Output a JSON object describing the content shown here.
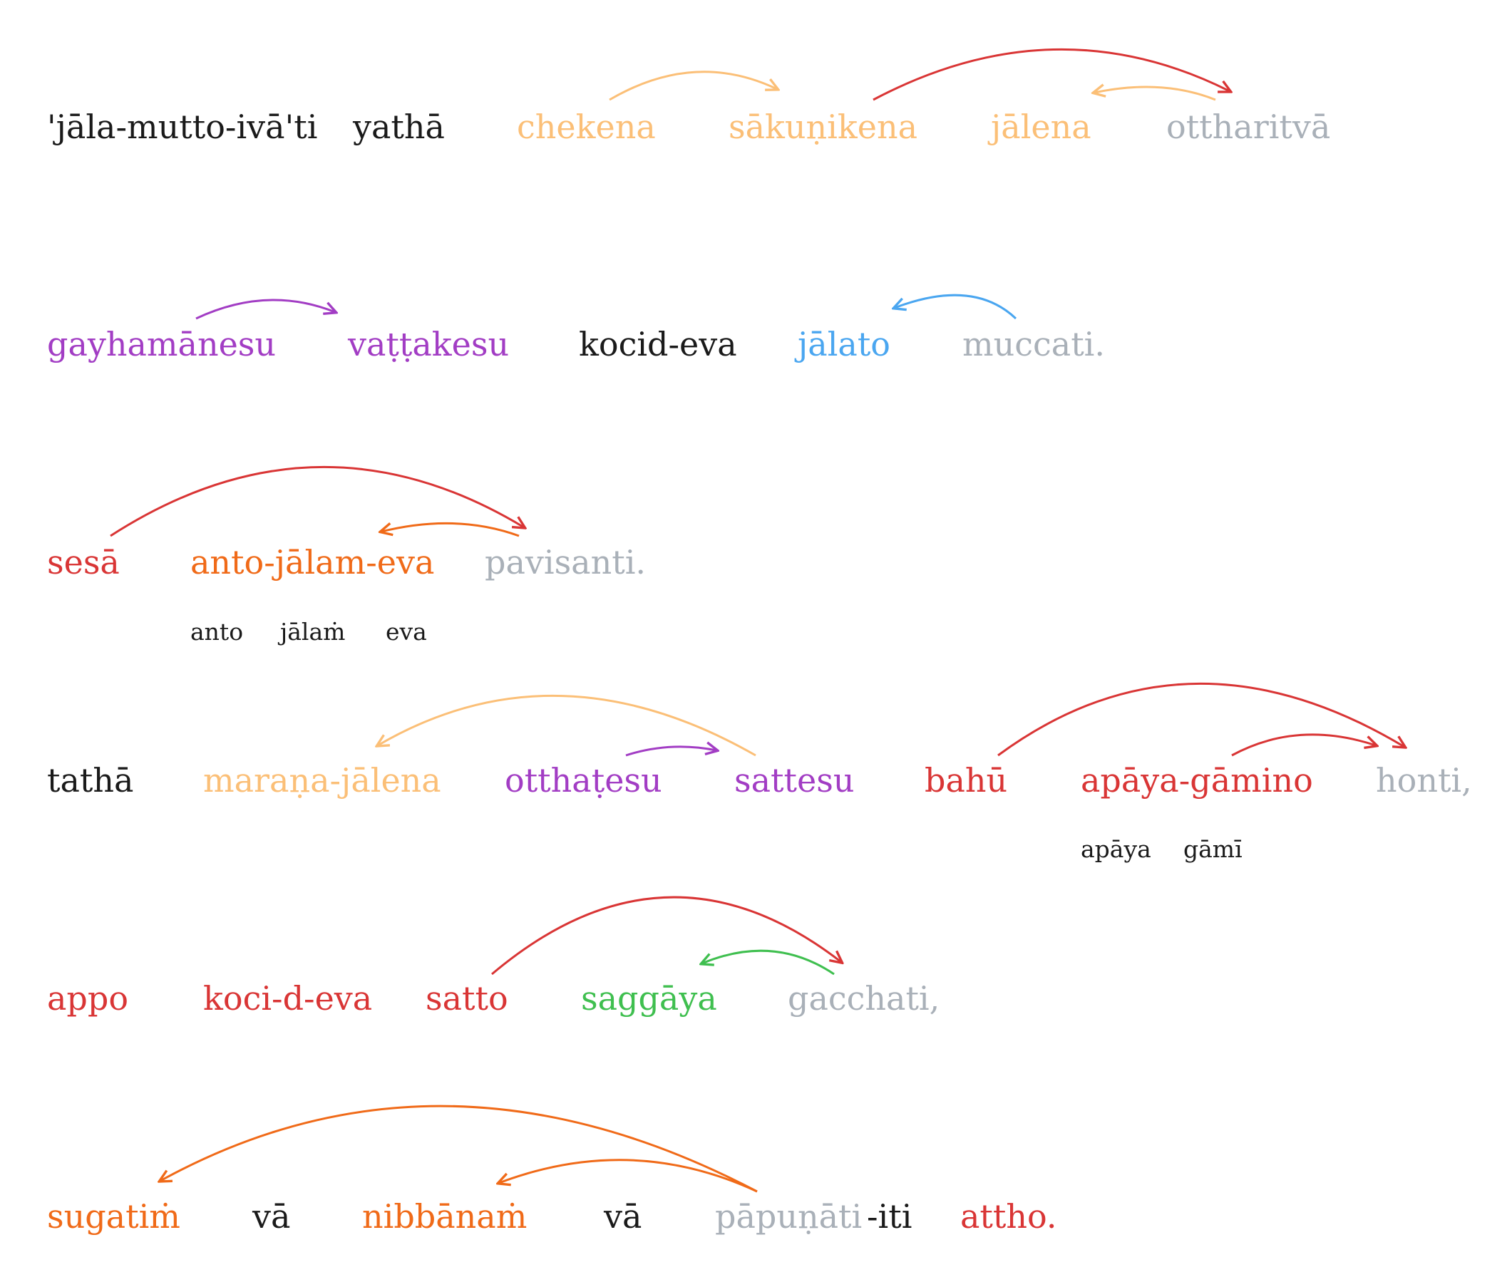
{
  "colors": {
    "black": "#1a1a1a",
    "grey": "#a9b0b8",
    "peach": "#fbbf77",
    "red": "#d93535",
    "purple": "#a23dc4",
    "blue": "#4aa6f0",
    "orange": "#f06a18",
    "green": "#3fbf4f"
  },
  "lines": [
    {
      "words": [
        {
          "text": "'jāla-mutto-ivā'ti",
          "color": "black"
        },
        {
          "text": "yathā",
          "color": "black"
        },
        {
          "text": "chekena",
          "color": "peach"
        },
        {
          "text": "sākuṇikena",
          "color": "peach"
        },
        {
          "text": "jālena",
          "color": "peach"
        },
        {
          "text": "ottharitvā",
          "color": "grey"
        }
      ],
      "subs": []
    },
    {
      "words": [
        {
          "text": "gayhamānesu",
          "color": "purple"
        },
        {
          "text": "vaṭṭakesu",
          "color": "purple"
        },
        {
          "text": "kocid-eva",
          "color": "black"
        },
        {
          "text": "jālato",
          "color": "blue"
        },
        {
          "text": "muccati.",
          "color": "grey"
        }
      ],
      "subs": []
    },
    {
      "words": [
        {
          "text": "sesā",
          "color": "red"
        },
        {
          "text": "anto-jālam-eva",
          "color": "orange"
        },
        {
          "text": "pavisanti.",
          "color": "grey"
        }
      ],
      "subs": [
        "anto",
        "jālaṁ",
        "eva"
      ]
    },
    {
      "words": [
        {
          "text": "tathā",
          "color": "black"
        },
        {
          "text": "maraṇa-jālena",
          "color": "peach"
        },
        {
          "text": "otthaṭesu",
          "color": "purple"
        },
        {
          "text": "sattesu",
          "color": "purple"
        },
        {
          "text": "bahū",
          "color": "red"
        },
        {
          "text": "apāya-gāmino",
          "color": "red"
        },
        {
          "text": "honti,",
          "color": "grey"
        }
      ],
      "subs": [
        "apāya",
        "gāmī"
      ]
    },
    {
      "words": [
        {
          "text": "appo",
          "color": "red"
        },
        {
          "text": "koci-d-eva",
          "color": "red"
        },
        {
          "text": "satto",
          "color": "red"
        },
        {
          "text": "saggāya",
          "color": "green"
        },
        {
          "text": "gacchati,",
          "color": "grey"
        }
      ],
      "subs": []
    },
    {
      "words": [
        {
          "text": "sugatiṁ",
          "color": "orange"
        },
        {
          "text": "vā",
          "color": "black"
        },
        {
          "text": "nibbānaṁ",
          "color": "orange"
        },
        {
          "text": "vā",
          "color": "black"
        },
        {
          "text": "pāpuṇāti",
          "color": "grey"
        },
        {
          "text": "-iti",
          "color": "black"
        },
        {
          "text": "attho.",
          "color": "red"
        }
      ],
      "subs": []
    }
  ]
}
